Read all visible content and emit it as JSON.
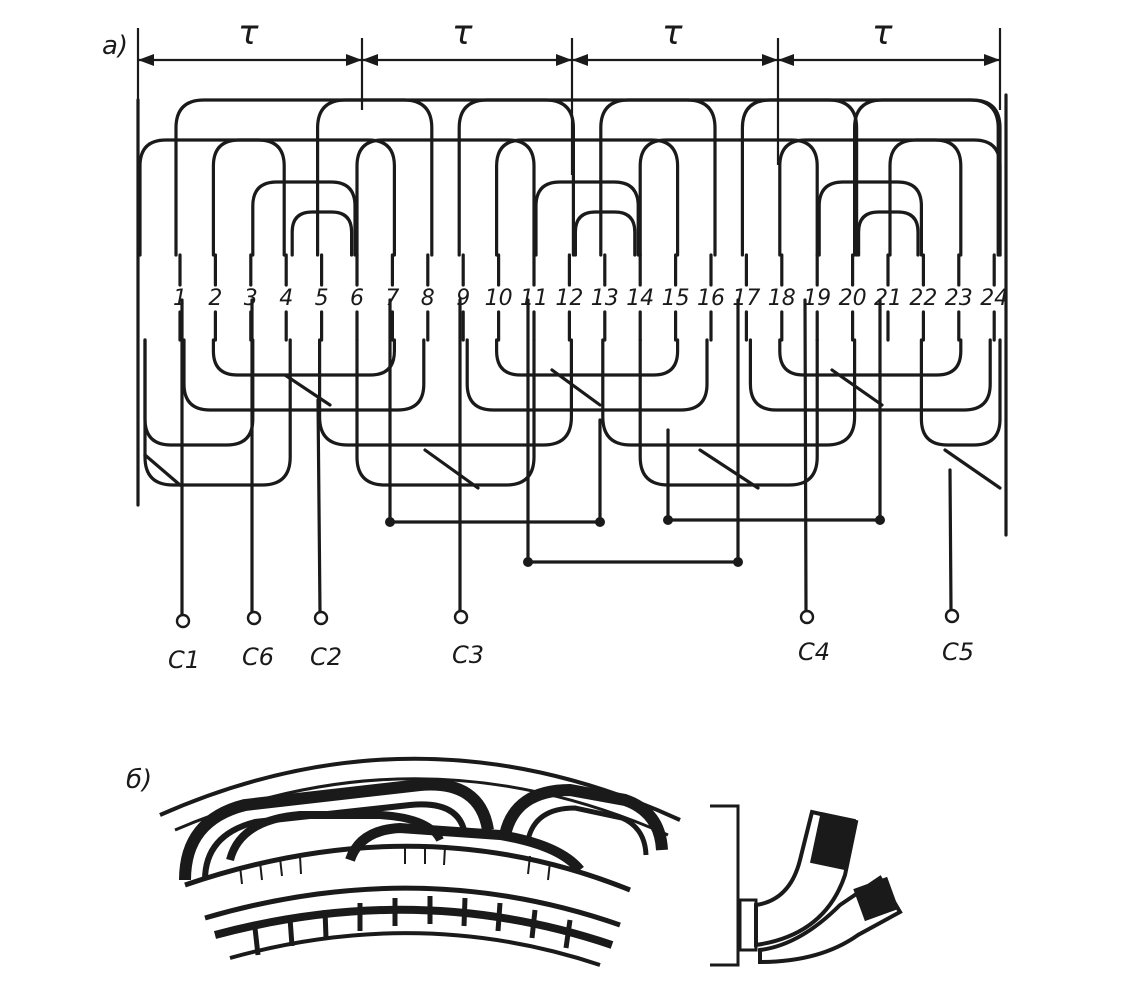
{
  "figure": {
    "part_a_label": "a)",
    "part_b_label": "б)",
    "pole_pitch_symbol": "τ",
    "pole_pitches": [
      "τ",
      "τ",
      "τ",
      "τ"
    ],
    "slot_numbers": [
      "1",
      "2",
      "3",
      "4",
      "5",
      "6",
      "7",
      "8",
      "9",
      "10",
      "11",
      "12",
      "13",
      "14",
      "15",
      "16",
      "17",
      "18",
      "19",
      "20",
      "21",
      "22",
      "23",
      "24"
    ],
    "terminals": [
      "C1",
      "C6",
      "C2",
      "C3",
      "C4",
      "C5"
    ]
  },
  "colors": {
    "ink": "#1a1a1a",
    "paper": "#ffffff"
  }
}
